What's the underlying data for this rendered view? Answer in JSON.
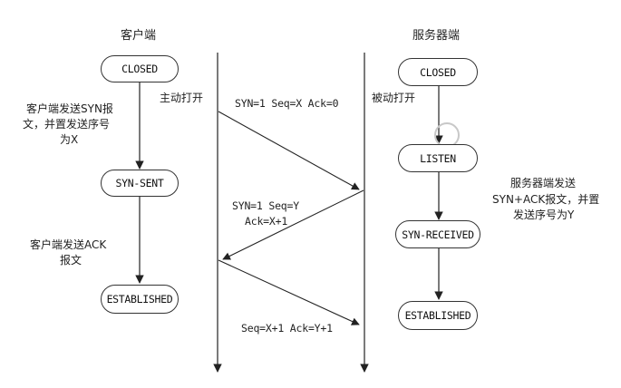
{
  "titles": {
    "client": "客户端",
    "server": "服务器端"
  },
  "client_states": [
    "CLOSED",
    "SYN-SENT",
    "ESTABLISHED"
  ],
  "server_states": [
    "CLOSED",
    "LISTEN",
    "SYN-RECEIVED",
    "ESTABLISHED"
  ],
  "annotations": {
    "client_send_syn_line1": "客户端发送SYN报",
    "client_send_syn_line2": "文，并置发送序号",
    "client_send_syn_line3": "为X",
    "client_send_ack_line1": "客户端发送ACK",
    "client_send_ack_line2": "报文",
    "active_open": "主动打开",
    "passive_open": "被动打开",
    "server_send_line1": "服务器端发送",
    "server_send_line2": "SYN+ACK报文，并置",
    "server_send_line3": "发送序号为Y"
  },
  "messages": {
    "m1": "SYN=1 Seq=X Ack=0",
    "m2_line1": "SYN=1 Seq=Y",
    "m2_line2": "Ack=X+1",
    "m3": "Seq=X+1 Ack=Y+1"
  }
}
